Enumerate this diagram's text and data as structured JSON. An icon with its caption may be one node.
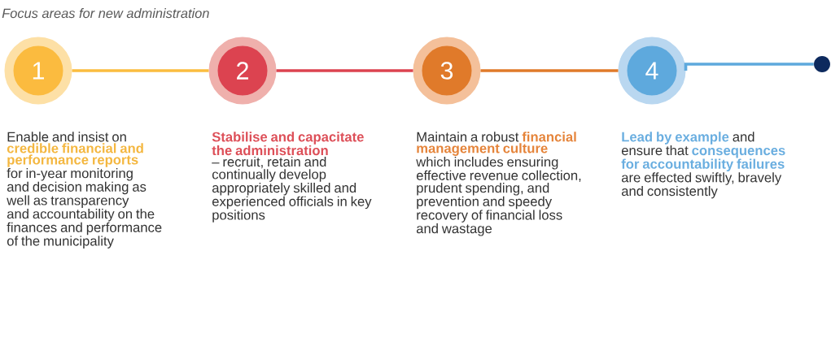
{
  "diagram": {
    "title": "Focus areas for new administration",
    "nodes": [
      {
        "text": [
          "1"
        ],
        "beside": [
          "Enable and insist on **credible financial and performance reports** for in-year monitoring and decision making as well as transparency and accountability on the finances and performance of the municipality"
        ]
      },
      {
        "text": [
          "2"
        ],
        "beside": [
          "**Stabilise and capacitate the administration** – recruit, retain and continually develop appropriately skilled and experienced officials in key positions"
        ]
      },
      {
        "text": [
          "3"
        ],
        "beside": [
          "Maintain a robust **financial management culture** which includes ensuring effective revenue collection, prudent spending, and prevention and speedy recovery of financial loss and wastage"
        ]
      },
      {
        "text": [
          "4"
        ],
        "beside": [
          "**Lead by example** and ensure that **consequences for accountability failures** are effected swiftly, bravely and consistently"
        ]
      },
      {
        "text": [],
        "shape": "circle"
      }
    ],
    "edges": [
      {
        "from": 0,
        "to": 1,
        "arrow": "none",
        "color": "#fbbd3f"
      },
      {
        "from": 1,
        "to": 2,
        "arrow": "none",
        "color": "#dc4350"
      },
      {
        "from": 2,
        "to": 3,
        "arrow": "none",
        "color": "#e07a2a"
      },
      {
        "from": 3,
        "to": 4,
        "arrow": "none",
        "color": "#5ea9dd"
      }
    ]
  }
}
